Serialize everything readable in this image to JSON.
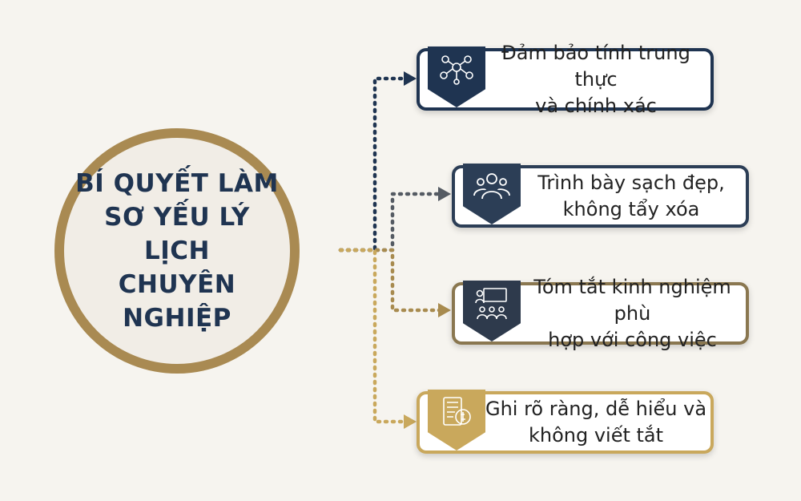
{
  "diagram": {
    "center_title": "BÍ QUYẾT LÀM SƠ YẾU LÝ LỊCH CHUYÊN NGHIỆP",
    "center_title_lines": [
      "BÍ QUYẾT LÀM",
      "SƠ YẾU LÝ LỊCH",
      "CHUYÊN NGHIỆP"
    ],
    "tips": [
      {
        "lines": [
          "Đảm bảo tính trung thực",
          "và chính xác"
        ],
        "icon": "network-people-icon",
        "color": "#1f3451"
      },
      {
        "lines": [
          "Trình bày sạch đẹp,",
          "không tẩy xóa"
        ],
        "icon": "group-people-icon",
        "color": "#2c3e56"
      },
      {
        "lines": [
          "Tóm tắt kinh nghiệm phù",
          "hợp với công việc"
        ],
        "icon": "presentation-icon",
        "color": "#8a7750"
      },
      {
        "lines": [
          "Ghi rõ ràng, dễ hiểu và",
          "không viết tắt"
        ],
        "icon": "document-money-icon",
        "color": "#c9a85c"
      }
    ]
  }
}
